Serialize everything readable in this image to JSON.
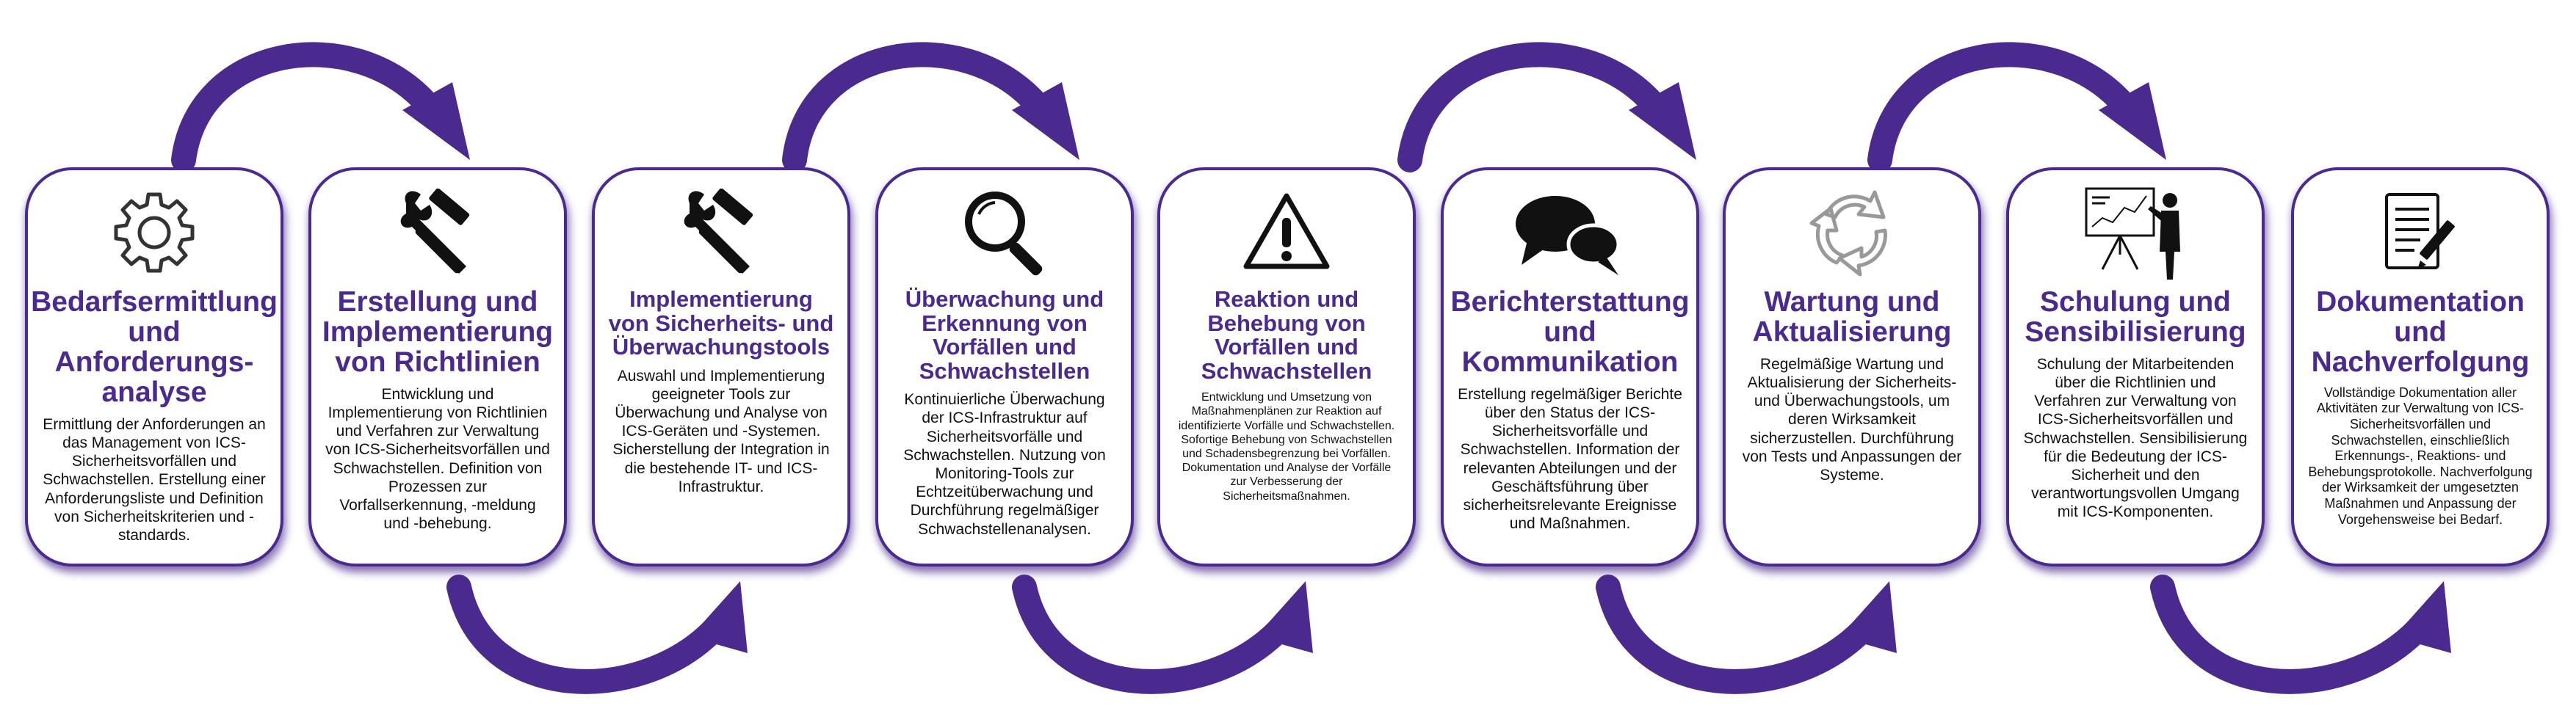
{
  "colors": {
    "accent": "#4a2a8e",
    "text": "#111111",
    "icon": "#222222"
  },
  "steps": [
    {
      "icon": "gear-icon",
      "title": "Bedarfsermittlung und Anforderungs-analyse",
      "description": "Ermittlung der Anforderungen an das Management von ICS-Sicherheitsvorfällen und Schwachstellen. Erstellung einer Anforderungsliste und Definition von Sicherheitskriterien und -standards."
    },
    {
      "icon": "tools-icon",
      "title": "Erstellung und Implementierung von Richtlinien",
      "description": "Entwicklung und Implementierung von Richtlinien und Verfahren zur Verwaltung von ICS-Sicherheitsvorfällen und Schwachstellen. Definition von Prozessen zur Vorfallserkennung, -meldung und -behebung."
    },
    {
      "icon": "tools-icon",
      "title": "Implementierung von Sicherheits- und Überwachungstools",
      "description": "Auswahl und Implementierung geeigneter Tools zur Überwachung und Analyse von ICS-Geräten und -Systemen. Sicherstellung der Integration in die bestehende IT- und ICS-Infrastruktur."
    },
    {
      "icon": "magnifier-icon",
      "title": "Überwachung und Erkennung von Vorfällen und Schwachstellen",
      "description": "Kontinuierliche Überwachung der ICS-Infrastruktur auf Sicherheitsvorfälle und Schwachstellen. Nutzung von Monitoring-Tools zur Echtzeitüberwachung und Durchführung regelmäßiger Schwachstellenanalysen."
    },
    {
      "icon": "warning-icon",
      "title": "Reaktion und Behebung von Vorfällen und Schwachstellen",
      "description": "Entwicklung und Umsetzung von Maßnahmenplänen zur Reaktion auf identifizierte Vorfälle und Schwachstellen. Sofortige Behebung von Schwachstellen und Schadensbegrenzung bei Vorfällen. Dokumentation und Analyse der Vorfälle zur Verbesserung der Sicherheitsmaßnahmen."
    },
    {
      "icon": "chat-bubbles-icon",
      "title": "Berichterstattung und Kommunikation",
      "description": "Erstellung regelmäßiger Berichte über den Status der ICS-Sicherheitsvorfälle und Schwachstellen. Information der relevanten Abteilungen und der Geschäftsführung über sicherheitsrelevante Ereignisse und Maßnahmen."
    },
    {
      "icon": "refresh-cycle-icon",
      "title": "Wartung und Aktualisierung",
      "description": "Regelmäßige Wartung und Aktualisierung der Sicherheits- und Überwachungstools, um deren Wirksamkeit sicherzustellen. Durchführung von Tests und Anpassungen der Systeme."
    },
    {
      "icon": "presentation-icon",
      "title": "Schulung und Sensibilisierung",
      "description": "Schulung der Mitarbeitenden über die Richtlinien und Verfahren zur Verwaltung von ICS-Sicherheitsvorfällen und Schwachstellen. Sensibilisierung für die Bedeutung der ICS-Sicherheit und den verantwortungsvollen Umgang mit ICS-Komponenten."
    },
    {
      "icon": "document-pen-icon",
      "title": "Dokumentation und Nachverfolgung",
      "description": "Vollständige Dokumentation aller Aktivitäten zur Verwaltung von ICS-Sicherheitsvorfällen und Schwachstellen, einschließlich Erkennungs-, Reaktions- und Behebungsprotokolle. Nachverfolgung der Wirksamkeit der umgesetzten Maßnahmen und Anpassung der Vorgehensweise bei Bedarf."
    }
  ]
}
